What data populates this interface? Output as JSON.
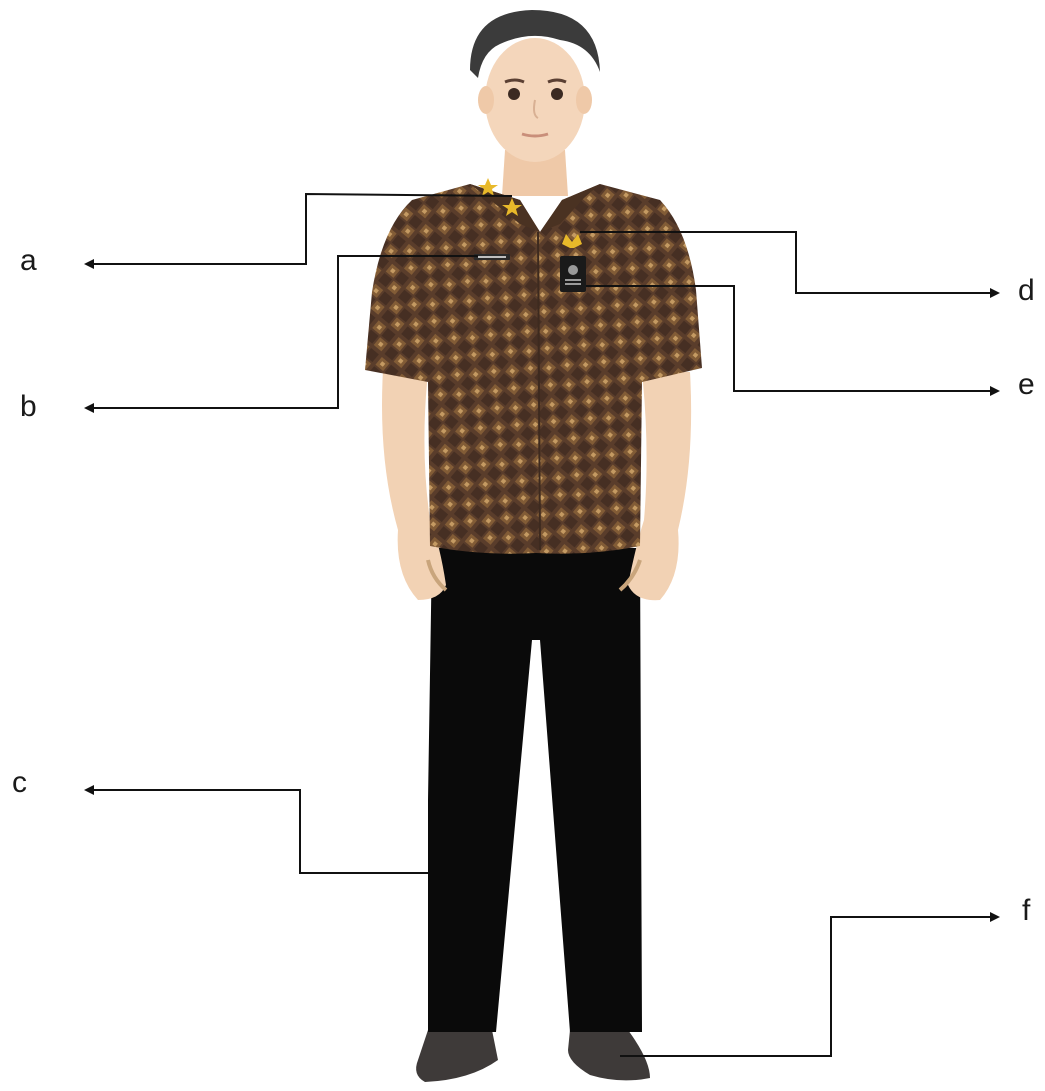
{
  "labels": {
    "a": "a",
    "b": "b",
    "c": "c",
    "d": "d",
    "e": "e",
    "f": "f"
  },
  "figure": {
    "subject": "uniformed-man-illustration",
    "icons": [
      "rank-star-icon",
      "name-tag-icon",
      "emblem-icon",
      "id-card-icon"
    ]
  },
  "colors": {
    "background": "#ffffff",
    "line": "#111111",
    "skin": "#f2d2b4",
    "hair": "#3b3b3b",
    "shirt_base": "#5a3d2b",
    "shirt_pattern": "#a27a4a",
    "trousers": "#0a0a0a",
    "shoes": "#3e3a39",
    "insignia": "#e8b92a"
  }
}
